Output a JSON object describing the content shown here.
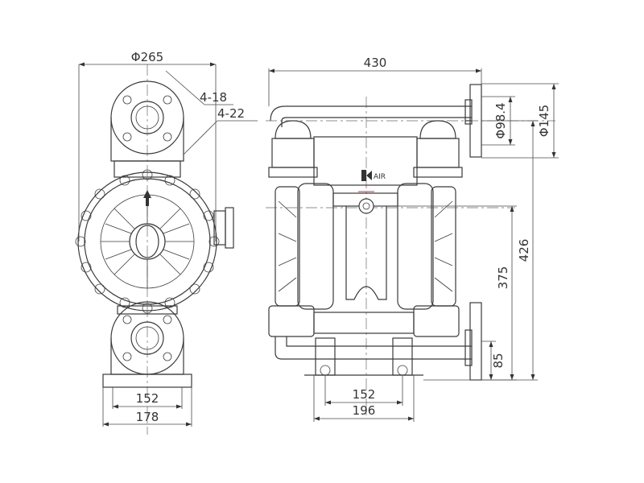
{
  "front_view": {
    "flange_width": "Φ265",
    "bolt_hole_top": "4-18",
    "bolt_hole_bottom": "4-22",
    "base_inner_width": "152",
    "base_outer_width": "178"
  },
  "side_view": {
    "overall_width": "430",
    "outlet_bolt_circle": "Φ98.4",
    "outlet_flange_dia": "Φ145",
    "total_height": "426",
    "inlet_center_height": "375",
    "outlet_height": "85",
    "base_mount_inner": "152",
    "base_mount_outer": "196",
    "air_label": "AIR"
  },
  "colors": {
    "line": "#3a3a3a",
    "air_marker": "#cc3333"
  }
}
